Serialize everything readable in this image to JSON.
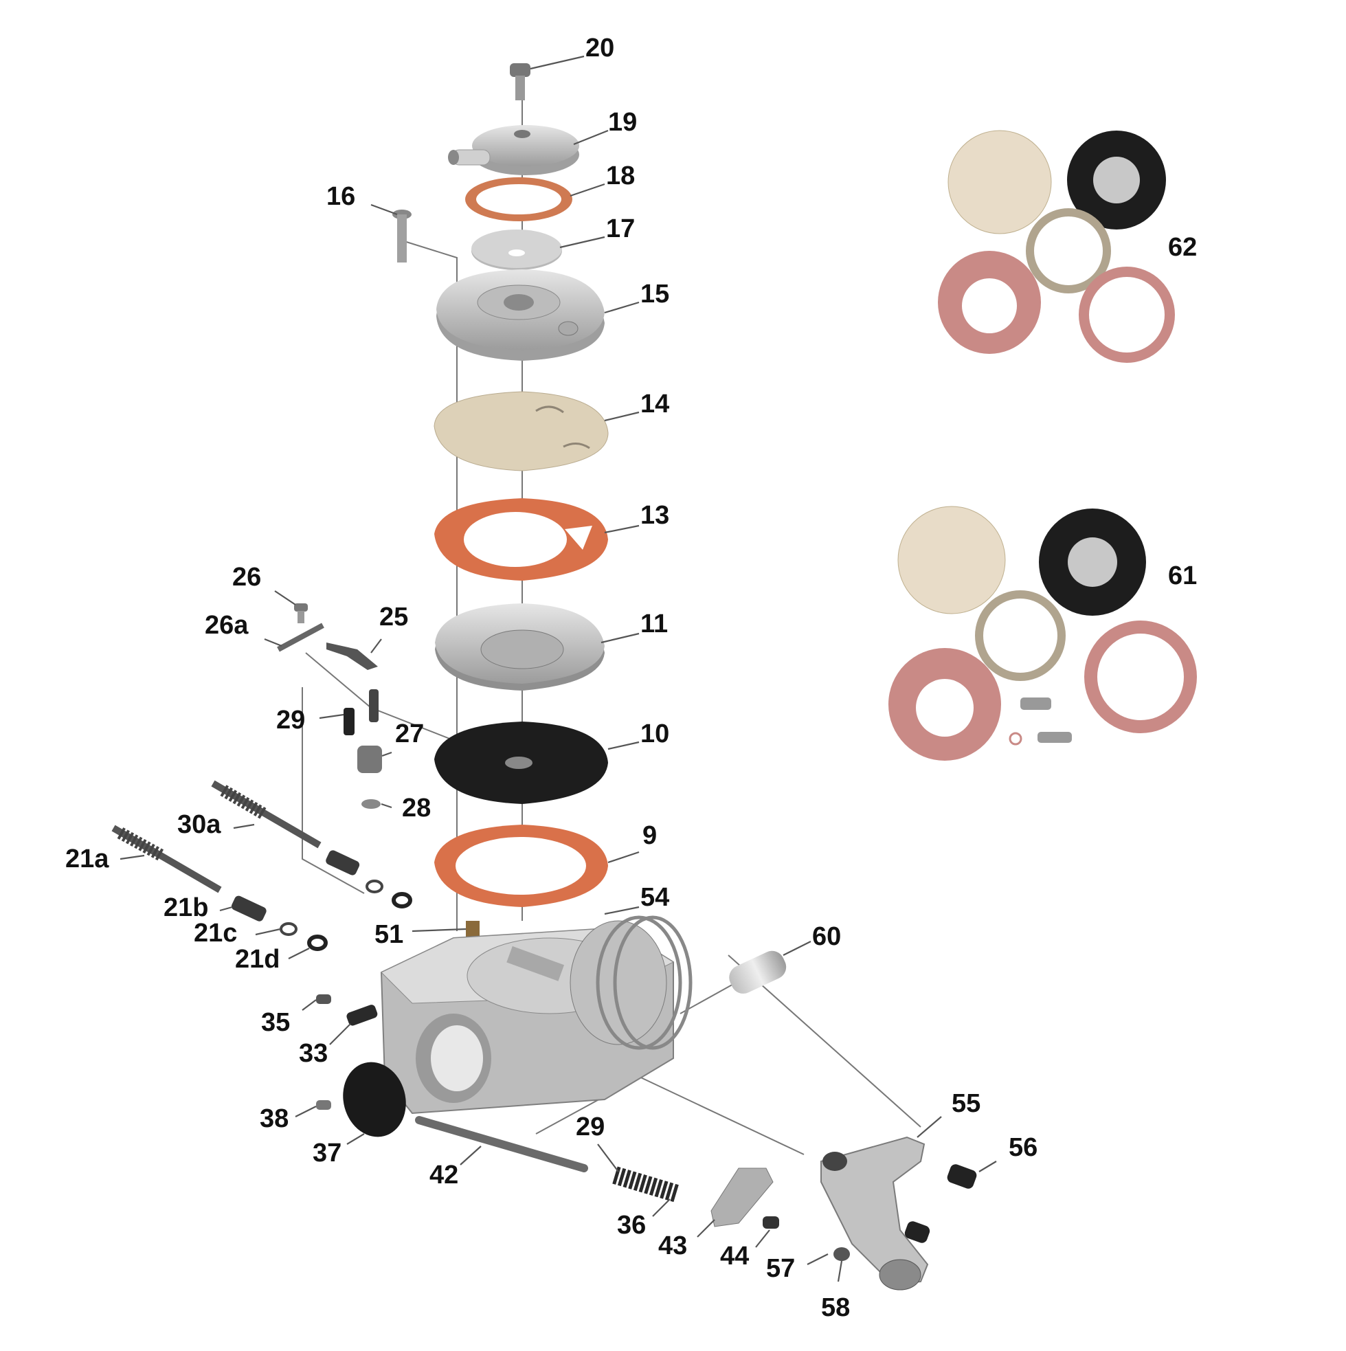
{
  "diagram": {
    "type": "exploded parts diagram",
    "kits": [
      {
        "id": "kit-62",
        "label": "62"
      },
      {
        "id": "kit-61",
        "label": "61"
      }
    ],
    "part_labels": {
      "p20": "20",
      "p19": "19",
      "p18": "18",
      "p17": "17",
      "p16": "16",
      "p15": "15",
      "p14": "14",
      "p13": "13",
      "p11": "11",
      "p10": "10",
      "p9": "9",
      "p54": "54",
      "p60": "60",
      "p51": "51",
      "p26": "26",
      "p26a": "26a",
      "p25": "25",
      "p29a": "29",
      "p27": "27",
      "p28": "28",
      "p30a": "30a",
      "p21a": "21a",
      "p21b": "21b",
      "p21c": "21c",
      "p21d": "21d",
      "p35": "35",
      "p33": "33",
      "p38": "38",
      "p37": "37",
      "p42": "42",
      "p29b": "29",
      "p36": "36",
      "p43": "43",
      "p44": "44",
      "p57": "57",
      "p58": "58",
      "p55": "55",
      "p56": "56",
      "p62": "62",
      "p61": "61"
    },
    "colors": {
      "gasket_orange": "#d9714a",
      "gasket_pink": "#c98a86",
      "gasket_tan": "#e8dcc8",
      "diaphragm_black": "#1d1d1d",
      "metal_gray": "#c8c8c8",
      "metal_dark": "#8a8a8a",
      "label_text": "#111111"
    }
  }
}
